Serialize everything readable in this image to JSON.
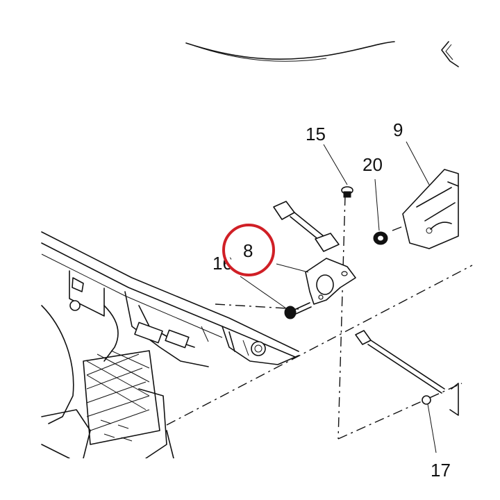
{
  "callouts": {
    "c15": "15",
    "c9": "9",
    "c20": "20",
    "c8": "8",
    "c16": "16",
    "c17": "17"
  },
  "highlight": {
    "target": "8",
    "color": "#d01f26"
  }
}
